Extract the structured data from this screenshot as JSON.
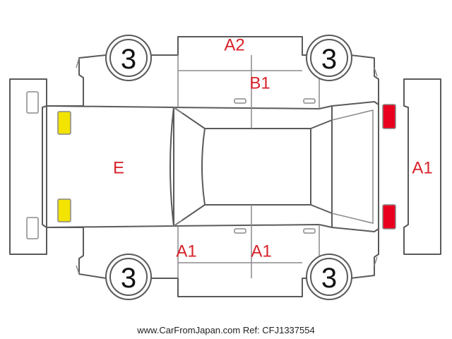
{
  "diagram": {
    "wheels": {
      "front_left": "3",
      "front_right": "3",
      "rear_left": "3",
      "rear_right": "3"
    },
    "damage_labels": {
      "roof_top_edge": "A2",
      "upper_door": "B1",
      "hood": "E",
      "rear_bumper": "A1",
      "lower_front_door": "A1",
      "lower_rear_door": "A1"
    },
    "colors": {
      "label_red": "#d8222a",
      "front_lamp": "#f2e300",
      "rear_lamp": "#e8001e",
      "outline": "#5a5a5a"
    },
    "watermark": "www.CarFromJapan.com Ref: CFJ1337554"
  }
}
